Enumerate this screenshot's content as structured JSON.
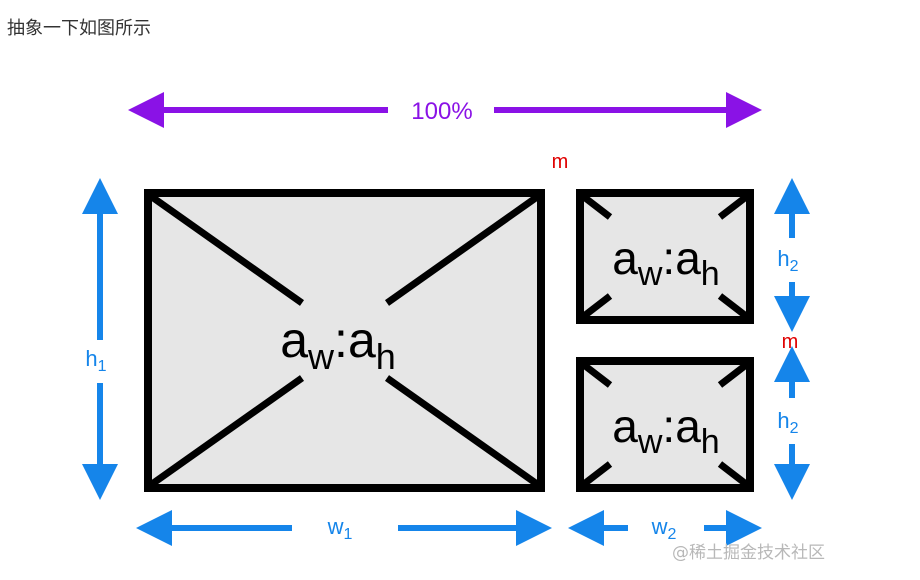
{
  "caption": "抽象一下如图所示",
  "labels": {
    "total_width": "100%",
    "margin": "m",
    "ratio_a": "a",
    "ratio_w": "w",
    "ratio_colon": ":",
    "ratio_h": "h",
    "h1_main": "h",
    "h1_sub": "1",
    "h2_main": "h",
    "h2_sub": "2",
    "w1_main": "w",
    "w1_sub": "1",
    "w2_main": "w",
    "w2_sub": "2"
  },
  "colors": {
    "purple": "#8a12e6",
    "blue": "#1585ea",
    "red": "#e00000",
    "box_fill": "#e6e6e6",
    "box_stroke": "#000000"
  },
  "watermark": "@稀土掘金技术社区"
}
